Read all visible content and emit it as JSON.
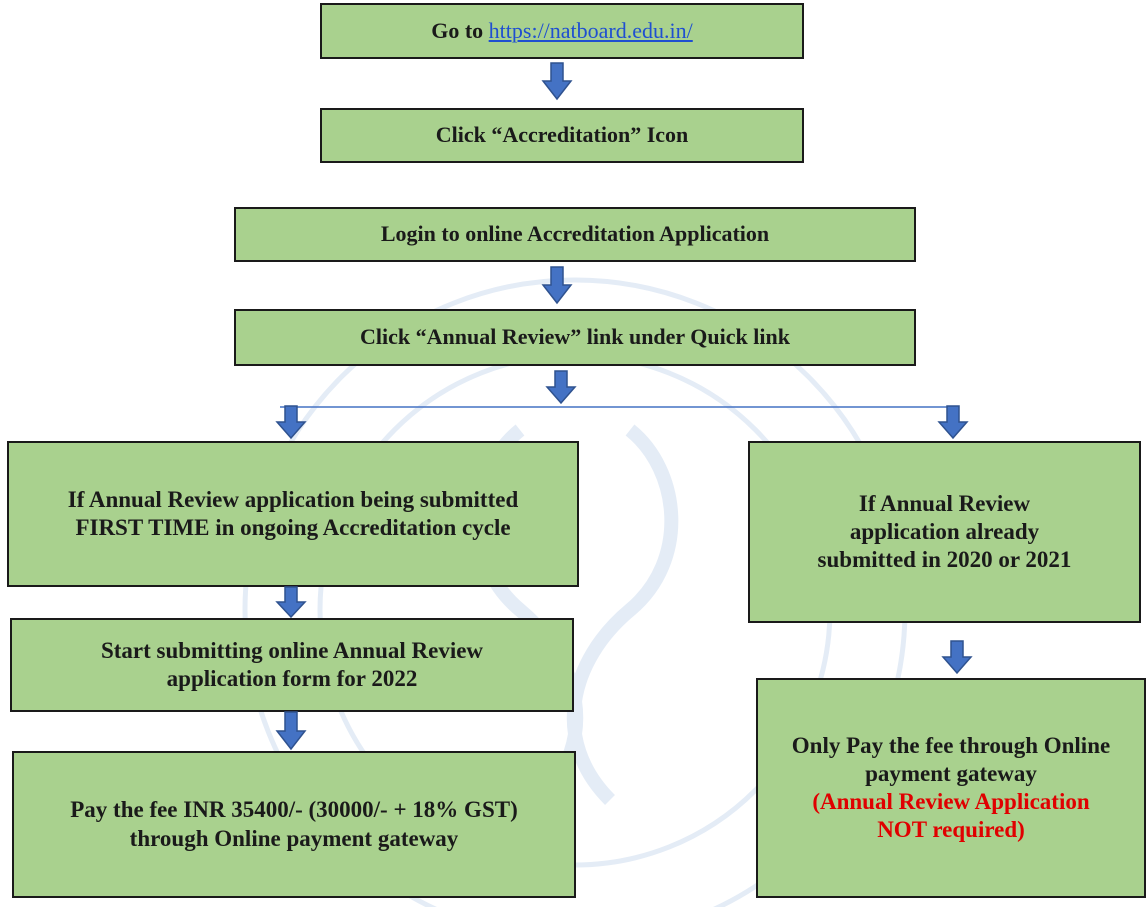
{
  "steps": {
    "goto": {
      "prefix": "Go to",
      "link": "https://natboard.edu.in/"
    },
    "accreditation_icon": "Click “Accreditation” Icon",
    "login": "Login to online Accreditation Application",
    "annual_review_link": "Click “Annual Review” link under Quick link",
    "first_time": "If Annual Review application being submitted FIRST TIME in ongoing Accreditation cycle",
    "start_submitting": "Start submitting online Annual Review application form for 2022",
    "pay_fee": "Pay the fee INR 35400/- (30000/- + 18% GST) through Online payment gateway",
    "already_submitted": "If Annual Review application already submitted in 2020 or 2021",
    "only_pay": {
      "main": "Only Pay the fee through Online payment gateway",
      "note": "(Annual Review Application NOT required)"
    }
  },
  "colors": {
    "box_fill": "#a9d18e",
    "arrow": "#4472c4",
    "link": "#1f4fd1",
    "note_red": "#e00000"
  }
}
